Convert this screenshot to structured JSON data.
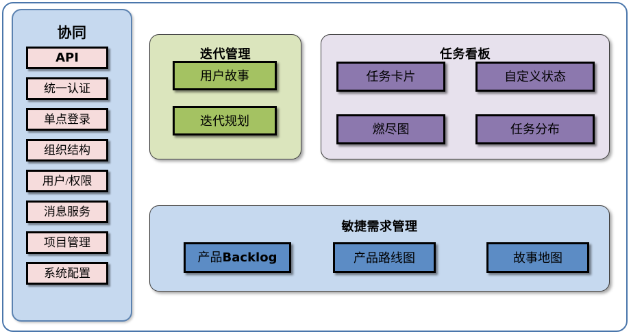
{
  "diagram": {
    "frame_border_color": "#4a76ab",
    "background": "#ffffff"
  },
  "sidebar": {
    "title": "协同",
    "panel_color": "#c6d9ef",
    "item_color": "#f6dcdc",
    "items": [
      {
        "label": "API"
      },
      {
        "label": "统一认证"
      },
      {
        "label": "单点登录"
      },
      {
        "label": "组织结构"
      },
      {
        "label": "用户/权限"
      },
      {
        "label": "消息服务"
      },
      {
        "label": "项目管理"
      },
      {
        "label": "系统配置"
      }
    ]
  },
  "iteration": {
    "title": "迭代管理",
    "panel_color": "#dbe5bd",
    "item_color": "#a4c262",
    "items": [
      {
        "label": "用户故事"
      },
      {
        "label": "迭代规划"
      }
    ]
  },
  "taskboard": {
    "title": "任务看板",
    "panel_color": "#e7e1ed",
    "item_color": "#8c78ae",
    "items": [
      {
        "label": "任务卡片"
      },
      {
        "label": "自定义状态"
      },
      {
        "label": "燃尽图"
      },
      {
        "label": "任务分布"
      }
    ]
  },
  "agile": {
    "title": "敏捷需求管理",
    "panel_color": "#c6d9ef",
    "item_color": "#5c8cc5",
    "items": [
      {
        "label": "产品Backlog",
        "prefix": "产品",
        "latin": "Backlog"
      },
      {
        "label": "产品路线图"
      },
      {
        "label": "故事地图"
      }
    ]
  }
}
